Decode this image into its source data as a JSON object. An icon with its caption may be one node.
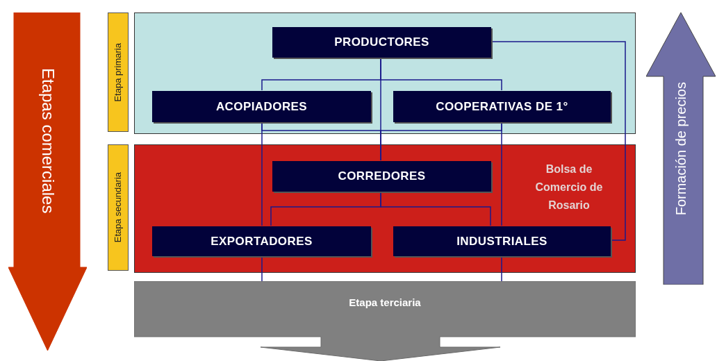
{
  "diagram": {
    "nodes": [
      {
        "text": [
          "Etapas comerciales"
        ]
      },
      {
        "text": [
          "Etapa primaria"
        ]
      },
      {
        "text": [],
        "shape": "box"
      },
      {
        "text": [
          "PRODUCTORES"
        ],
        "in": 2
      },
      {
        "text": [
          "ACOPIADORES"
        ],
        "in": 2
      },
      {
        "text": [
          "COOPERATIVAS DE 1°"
        ],
        "in": 2
      },
      {
        "text": [
          "Etapa secundaria"
        ]
      },
      {
        "text": [
          "Bolsa de Comercio de Rosario"
        ]
      },
      {
        "text": [
          "CORREDORES"
        ],
        "in": 7
      },
      {
        "text": [
          "EXPORTADORES"
        ],
        "in": 7
      },
      {
        "text": [
          "INDUSTRIALES"
        ],
        "in": 7
      },
      {
        "text": [
          "Etapa terciaria"
        ]
      },
      {
        "text": [
          "Formación de precios"
        ]
      }
    ],
    "edges": [
      {
        "from": 3,
        "to": 4,
        "arrow": "none"
      },
      {
        "from": 3,
        "to": 5,
        "arrow": "none"
      },
      {
        "from": 3,
        "to": 8,
        "arrow": "none"
      },
      {
        "from": 3,
        "to": 10,
        "arrow": "none"
      },
      {
        "from": 8,
        "to": 9,
        "arrow": "none"
      },
      {
        "from": 8,
        "to": 10,
        "arrow": "none"
      },
      {
        "from": 4,
        "to": 9,
        "arrow": "none"
      },
      {
        "from": 5,
        "to": 10,
        "arrow": "none"
      },
      {
        "from": 4,
        "to": 8,
        "arrow": "none"
      },
      {
        "from": 5,
        "to": 8,
        "arrow": "none"
      },
      {
        "from": 9,
        "to": 11,
        "arrow": "none"
      },
      {
        "from": 10,
        "to": 11,
        "arrow": "none"
      }
    ]
  }
}
